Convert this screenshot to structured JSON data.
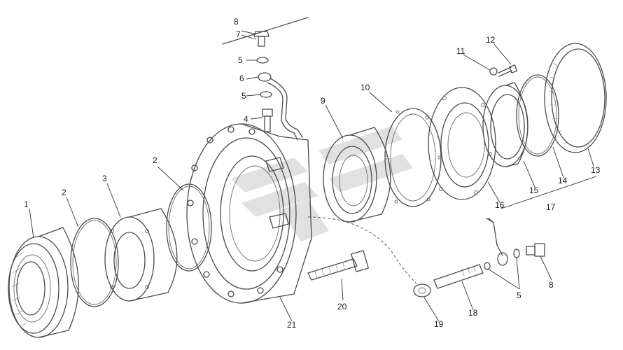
{
  "diagram": {
    "callouts": [
      {
        "id": "c1",
        "text": "1"
      },
      {
        "id": "c2a",
        "text": "2"
      },
      {
        "id": "c2b",
        "text": "2"
      },
      {
        "id": "c3",
        "text": "3"
      },
      {
        "id": "c4",
        "text": "4"
      },
      {
        "id": "c5a",
        "text": "5"
      },
      {
        "id": "c5b",
        "text": "5"
      },
      {
        "id": "c5c",
        "text": "5"
      },
      {
        "id": "c6",
        "text": "6"
      },
      {
        "id": "c7",
        "text": "7"
      },
      {
        "id": "c8a",
        "text": "8"
      },
      {
        "id": "c8b",
        "text": "8"
      },
      {
        "id": "c9",
        "text": "9"
      },
      {
        "id": "c10",
        "text": "10"
      },
      {
        "id": "c11",
        "text": "11"
      },
      {
        "id": "c12",
        "text": "12"
      },
      {
        "id": "c13",
        "text": "13"
      },
      {
        "id": "c14",
        "text": "14"
      },
      {
        "id": "c15",
        "text": "15"
      },
      {
        "id": "c16",
        "text": "16"
      },
      {
        "id": "c17",
        "text": "17"
      },
      {
        "id": "c18",
        "text": "18"
      },
      {
        "id": "c19",
        "text": "19"
      },
      {
        "id": "c20",
        "text": "20"
      },
      {
        "id": "c21",
        "text": "21"
      }
    ],
    "colors": {
      "line": "#4a4a4a",
      "watermark": "#c9c9c9",
      "background": "#ffffff"
    }
  }
}
